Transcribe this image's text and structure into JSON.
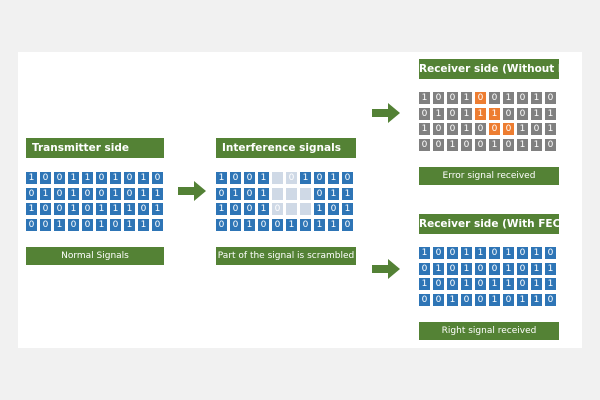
{
  "colors": {
    "header": "#548235",
    "cell": "#2e75b6",
    "cell_gray": "#808080",
    "cell_error": "#ed7d31",
    "scrambled": "#cfd9e6",
    "arrow": "#538135",
    "text": "#ffffff"
  },
  "transmitter": {
    "title": "Transmitter side",
    "caption": "Normal Signals",
    "rows": [
      [
        "1",
        "0",
        "0",
        "1",
        "1",
        "0",
        "1",
        "0",
        "1",
        "0"
      ],
      [
        "0",
        "1",
        "0",
        "1",
        "0",
        "0",
        "1",
        "0",
        "1",
        "1"
      ],
      [
        "1",
        "0",
        "0",
        "1",
        "0",
        "1",
        "1",
        "1",
        "0",
        "1"
      ],
      [
        "0",
        "0",
        "1",
        "0",
        "0",
        "1",
        "0",
        "1",
        "1",
        "0"
      ]
    ]
  },
  "interference": {
    "title": "Interference signals",
    "caption": "Part of the signal is scrambled",
    "rows": [
      [
        "1",
        "0",
        "0",
        "1",
        "",
        "0",
        "1",
        "0",
        "1",
        "0"
      ],
      [
        "0",
        "1",
        "0",
        "1",
        "",
        "",
        "",
        "0",
        "1",
        "1"
      ],
      [
        "1",
        "0",
        "0",
        "1",
        "0",
        "",
        "",
        "1",
        "0",
        "1"
      ],
      [
        "0",
        "0",
        "1",
        "0",
        "0",
        "1",
        "0",
        "1",
        "1",
        "0"
      ]
    ],
    "scrambled": [
      [
        0,
        4
      ],
      [
        1,
        4
      ],
      [
        1,
        5
      ],
      [
        1,
        6
      ],
      [
        2,
        5
      ],
      [
        2,
        6
      ],
      [
        0,
        5
      ],
      [
        2,
        4
      ]
    ]
  },
  "receiver_without_fec": {
    "title": "Receiver side (Without FEC)",
    "caption": "Error signal received",
    "rows": [
      [
        "1",
        "0",
        "0",
        "1",
        "0",
        "0",
        "1",
        "0",
        "1",
        "0"
      ],
      [
        "0",
        "1",
        "0",
        "1",
        "1",
        "1",
        "0",
        "0",
        "1",
        "1"
      ],
      [
        "1",
        "0",
        "0",
        "1",
        "0",
        "0",
        "0",
        "1",
        "0",
        "1"
      ],
      [
        "0",
        "0",
        "1",
        "0",
        "0",
        "1",
        "0",
        "1",
        "1",
        "0"
      ]
    ],
    "errors": [
      [
        0,
        4
      ],
      [
        1,
        4
      ],
      [
        1,
        5
      ],
      [
        2,
        5
      ],
      [
        2,
        6
      ]
    ]
  },
  "receiver_with_fec": {
    "title": "Receiver side (With FEC)",
    "caption": "Right signal received",
    "rows": [
      [
        "1",
        "0",
        "0",
        "1",
        "1",
        "0",
        "1",
        "0",
        "1",
        "0"
      ],
      [
        "0",
        "1",
        "0",
        "1",
        "0",
        "0",
        "1",
        "0",
        "1",
        "1"
      ],
      [
        "1",
        "0",
        "0",
        "1",
        "0",
        "1",
        "1",
        "0",
        "1",
        "1"
      ],
      [
        "0",
        "0",
        "1",
        "0",
        "0",
        "1",
        "0",
        "1",
        "1",
        "0"
      ]
    ]
  }
}
